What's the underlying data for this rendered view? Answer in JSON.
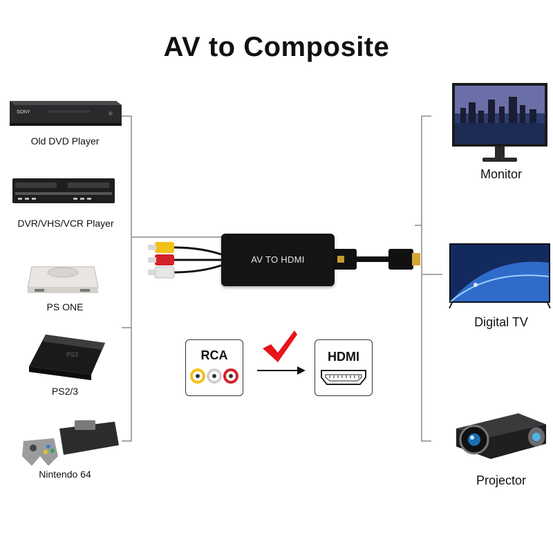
{
  "title": "AV to Composite",
  "left_devices": [
    {
      "label": "Old DVD Player",
      "icon": "dvd-player-icon",
      "brand": "SONY"
    },
    {
      "label": "DVR/VHS/VCR Player",
      "icon": "vcr-player-icon"
    },
    {
      "label": "PS ONE",
      "icon": "ps-one-icon"
    },
    {
      "label": "PS2/3",
      "icon": "ps3-console-icon"
    },
    {
      "label": "Nintendo 64",
      "icon": "nintendo-64-icon"
    }
  ],
  "right_devices": [
    {
      "label": "Monitor",
      "icon": "monitor-icon"
    },
    {
      "label": "Digital  TV",
      "icon": "digital-tv-icon"
    },
    {
      "label": "Projector",
      "icon": "projector-icon"
    }
  ],
  "converter": {
    "label": "AV TO HDMI"
  },
  "flow": {
    "from_label": "RCA",
    "to_label": "HDMI"
  },
  "colors": {
    "check": "#e8141c",
    "rca_yellow": "#f2c21a",
    "rca_red": "#d3222a",
    "rca_white": "#e6e6e6",
    "bracket": "#888888"
  }
}
